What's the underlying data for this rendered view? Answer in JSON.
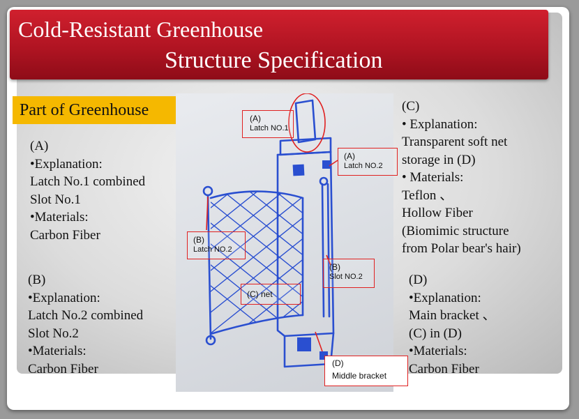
{
  "title": {
    "line1": "Cold-Resistant Greenhouse",
    "line2": "Structure Specification"
  },
  "section_badge": "Part of Greenhouse",
  "blocks": {
    "a": [
      "(A)",
      "•Explanation:",
      "Latch No.1 combined",
      "Slot No.1",
      "•Materials:",
      "Carbon Fiber"
    ],
    "b": [
      "(B)",
      "•Explanation:",
      "Latch No.2 combined",
      "Slot No.2",
      "•Materials:",
      "Carbon Fiber"
    ],
    "c": [
      "(C)",
      "•  Explanation:",
      "Transparent soft net",
      "storage in (D)",
      "•  Materials:",
      "Teflon 、",
      "Hollow Fiber",
      "(Biomimic  structure",
      "from Polar bear's hair)"
    ],
    "d": [
      "(D)",
      "•Explanation:",
      "Main bracket 、",
      "(C) in (D)",
      "•Materials:",
      "Carbon Fiber"
    ]
  },
  "photo_labels": {
    "latch1": {
      "letter": "(A)",
      "text": "Latch NO.1"
    },
    "latch2_right": {
      "letter": "(A)",
      "text": "Latch NO.2"
    },
    "latch2_left": {
      "letter": "(B)",
      "text": "Latch NO.2"
    },
    "slot2": {
      "letter": "(B)",
      "text": "Slot NO.2"
    },
    "net": {
      "text": "(C) net"
    },
    "bracket": {
      "letter": "(D)",
      "text": "Middle  bracket"
    }
  },
  "colors": {
    "banner": "#b01422",
    "badge": "#f5b800",
    "annotation": "#e02020",
    "sketch": "#2a4fd0"
  }
}
